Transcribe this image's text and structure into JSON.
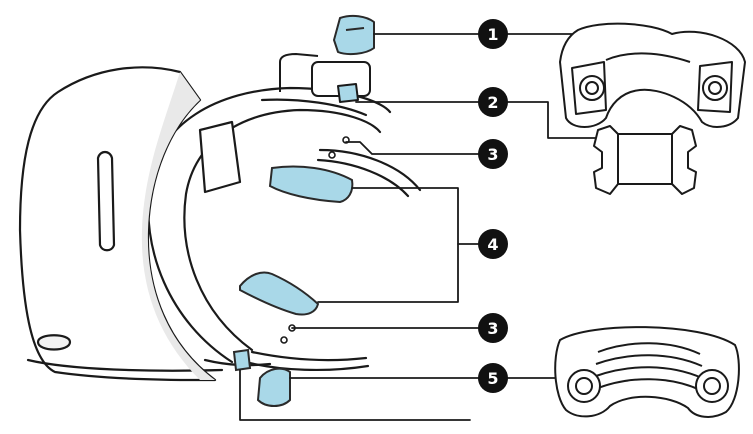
{
  "colors": {
    "line": "#1a1a1a",
    "part_fill": "#a9d8e8",
    "part_stroke": "#2a2a2a",
    "badge": "#111111",
    "badge_text": "#ffffff",
    "shade": "#e9e9e9"
  },
  "callouts": [
    {
      "id": "c1",
      "label": "1"
    },
    {
      "id": "c2",
      "label": "2"
    },
    {
      "id": "c3a",
      "label": "3"
    },
    {
      "id": "c4",
      "label": "4"
    },
    {
      "id": "c3b",
      "label": "3"
    },
    {
      "id": "c5",
      "label": "5"
    }
  ]
}
